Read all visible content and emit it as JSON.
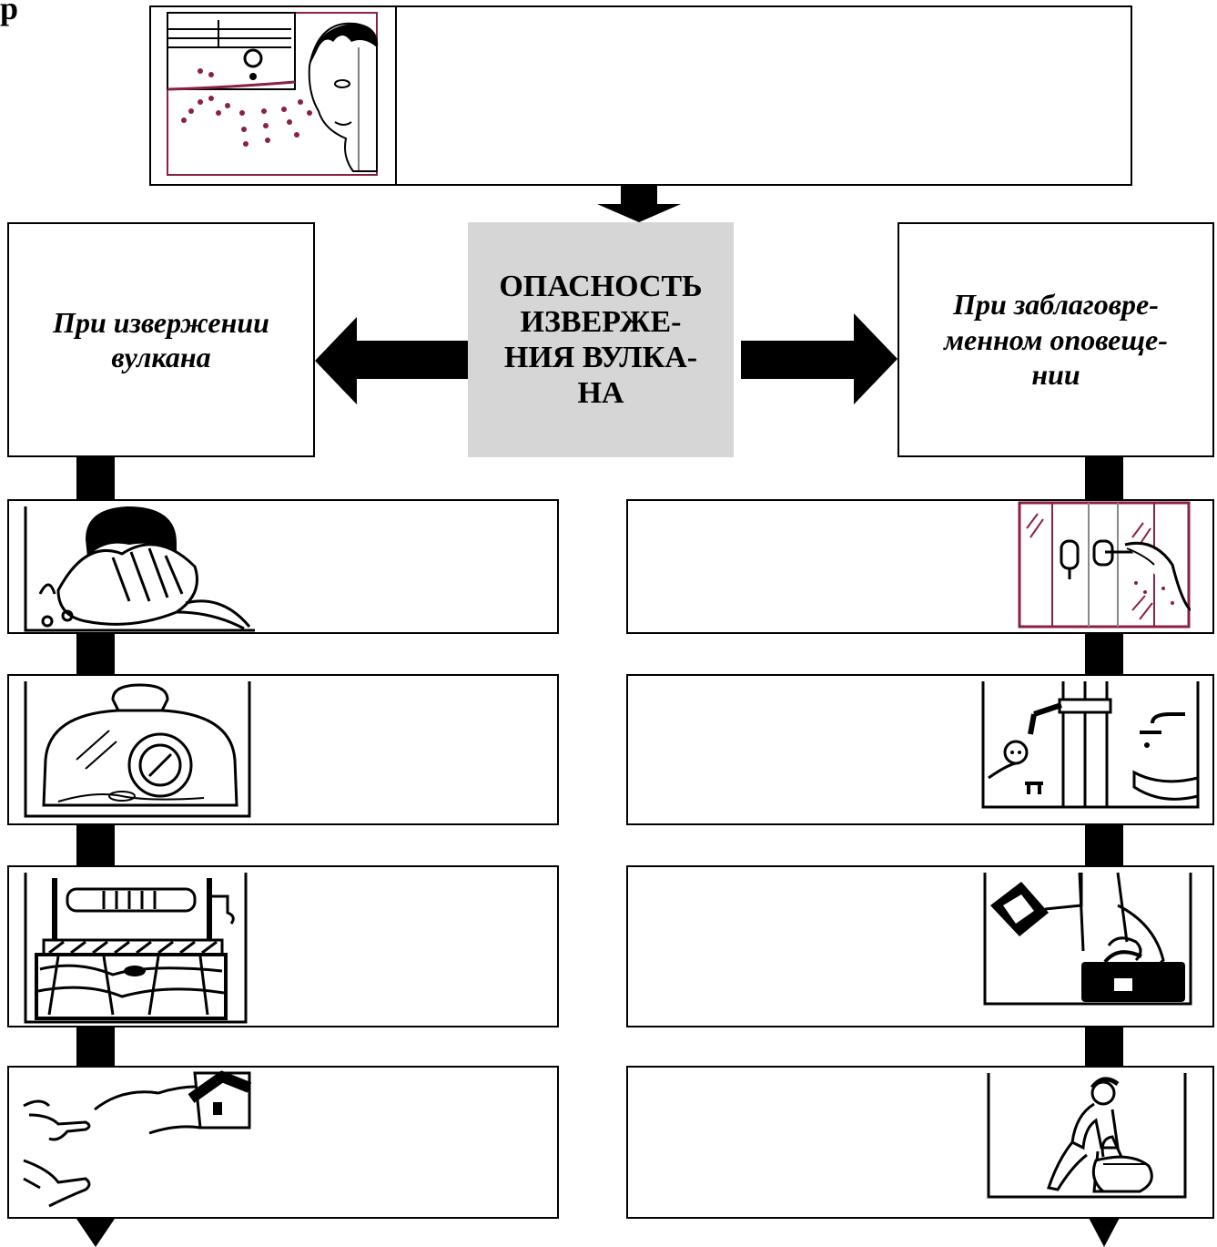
{
  "header_fragment": "р",
  "center": {
    "title": "ОПАСНОСТЬ ИЗВЕРЖЕ-НИЯ ВУЛКА-НА",
    "lines": [
      "ОПАСНОСТЬ",
      "ИЗВЕРЖЕ-",
      "НИЯ ВУЛКА-",
      "НА"
    ]
  },
  "left": {
    "label_lines": [
      "При извержении",
      "вулкана"
    ]
  },
  "right": {
    "label_lines": [
      "При заблаговре-",
      "менном оповеще-",
      "нии"
    ]
  },
  "icons": {
    "top": "gas-warning-face-icon",
    "left": [
      "cover-face-cloth-icon",
      "covered-food-jar-icon",
      "covered-well-icon",
      "leave-house-icon"
    ],
    "right": [
      "close-window-icon",
      "turn-off-utilities-icon",
      "take-documents-icon",
      "wait-with-bag-icon"
    ]
  },
  "colors": {
    "center_fill": "#d6d6d6",
    "stroke": "#000000",
    "picture_accent": "#8b2040"
  }
}
